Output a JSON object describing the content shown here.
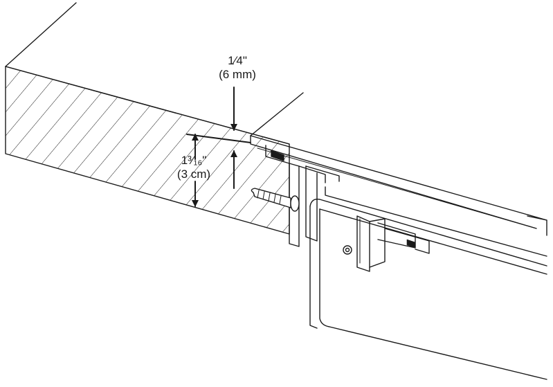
{
  "annotations": {
    "gap": {
      "value": "1⁄4\"",
      "metric": "(6 mm)"
    },
    "thickness": {
      "value": "1³⁄₁₆\"",
      "metric": "(3 cm)"
    }
  },
  "colors": {
    "line": "#1a1a1a",
    "background": "#ffffff"
  },
  "icons": [
    "screw-icon",
    "arrow-down-icon",
    "arrow-up-icon"
  ]
}
